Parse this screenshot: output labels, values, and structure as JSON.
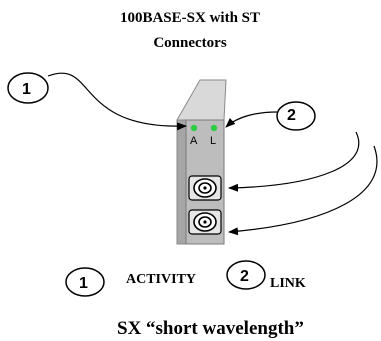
{
  "title": {
    "line1": "100BASE-SX with ST",
    "line2": "Connectors"
  },
  "panel": {
    "led_activity_label": "A",
    "led_link_label": "L",
    "led_color": "#2ecc40",
    "face_color": "#bdbdbd",
    "side_color": "#a6a6a6"
  },
  "callouts": {
    "activity_number": "1",
    "link_number": "2"
  },
  "legend": {
    "activity_number": "1",
    "activity_label": "ACTIVITY",
    "link_number": "2",
    "link_label": "LINK"
  },
  "footer": "SX “short wavelength”"
}
